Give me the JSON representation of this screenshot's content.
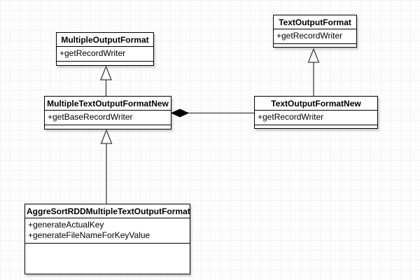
{
  "diagram": {
    "type": "uml-class-diagram",
    "canvas": {
      "background_color": "#fdfdfd",
      "grid_color": "#f3f3f3",
      "box_fill": "#ffffff",
      "box_border": "#000000",
      "connector_color": "#3f3f3f"
    },
    "classes": [
      {
        "name": "MultipleOutputFormat",
        "attributes": [
          "+getRecordWriter"
        ]
      },
      {
        "name": "TextOutputFormat",
        "attributes": [
          "+getRecordWriter"
        ]
      },
      {
        "name": "MultipleTextOutputFormatNew",
        "attributes": [
          "+getBaseRecordWriter"
        ]
      },
      {
        "name": "TextOutputFormatNew",
        "attributes": [
          "+getRecordWriter"
        ]
      },
      {
        "name": "AggreSortRDDMultipleTextOutputFormat",
        "attributes": [
          "+generateActualKey",
          "+generateFileNameForKeyValue"
        ]
      }
    ],
    "relationships": [
      {
        "from": "MultipleTextOutputFormatNew",
        "to": "MultipleOutputFormat",
        "type": "generalization"
      },
      {
        "from": "TextOutputFormatNew",
        "to": "TextOutputFormat",
        "type": "generalization"
      },
      {
        "from": "AggreSortRDDMultipleTextOutputFormat",
        "to": "MultipleTextOutputFormatNew",
        "type": "generalization"
      },
      {
        "from": "MultipleTextOutputFormatNew",
        "to": "TextOutputFormatNew",
        "type": "composition"
      }
    ]
  }
}
